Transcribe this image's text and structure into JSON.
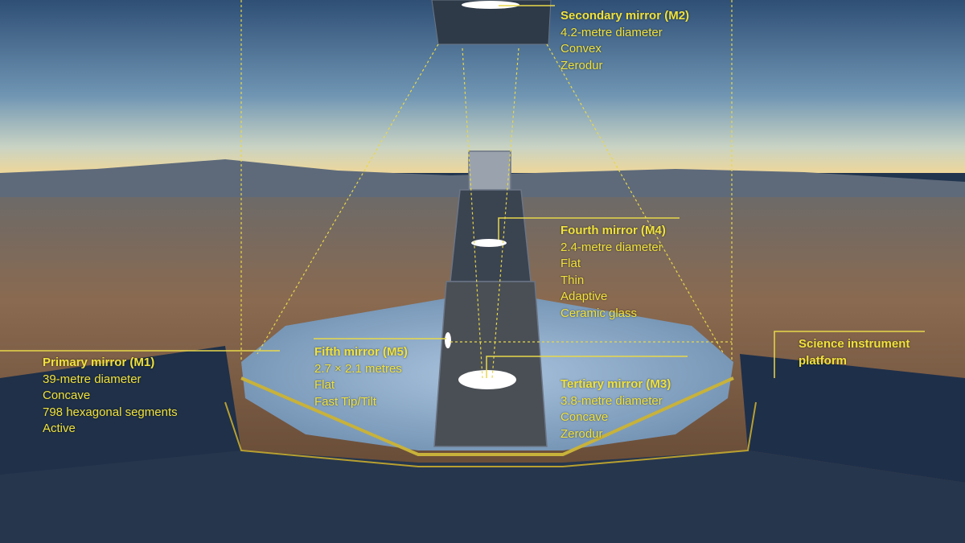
{
  "colors": {
    "label": "#f0e23c",
    "sky_top": "#34557a",
    "horizon": "#e8d49a"
  },
  "labels": {
    "m2": {
      "title": "Secondary mirror (M2)",
      "lines": [
        "4.2-metre diameter",
        "Convex",
        "Zerodur"
      ]
    },
    "m4": {
      "title": "Fourth mirror (M4)",
      "lines": [
        "2.4-metre diameter",
        "Flat",
        "Thin",
        "Adaptive",
        "Ceramic glass"
      ]
    },
    "m5": {
      "title": "Fifth mirror (M5)",
      "lines": [
        "2.7 × 2.1 metres",
        "Flat",
        "Fast Tip/Tilt"
      ]
    },
    "m3": {
      "title": "Tertiary mirror (M3)",
      "lines": [
        "3.8-metre diameter",
        "Concave",
        "Zerodur"
      ]
    },
    "m1": {
      "title": "Primary mirror (M1)",
      "lines": [
        "39-metre diameter",
        "Concave",
        "798 hexagonal segments",
        "Active"
      ]
    },
    "platform": {
      "title_line1": "Science instrument",
      "title_line2": "platform"
    }
  }
}
